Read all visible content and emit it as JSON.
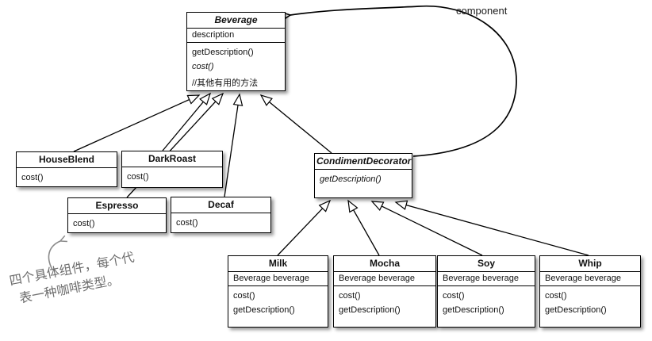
{
  "classes": {
    "beverage": {
      "name": "Beverage",
      "attr": "description",
      "m1": "getDescription()",
      "m2": "cost()",
      "m3": "//其他有用的方法"
    },
    "houseblend": {
      "name": "HouseBlend",
      "m1": "cost()"
    },
    "darkroast": {
      "name": "DarkRoast",
      "m1": "cost()"
    },
    "espresso": {
      "name": "Espresso",
      "m1": "cost()"
    },
    "decaf": {
      "name": "Decaf",
      "m1": "cost()"
    },
    "condimentdecorator": {
      "name": "CondimentDecorator",
      "m1": "getDescription()"
    },
    "milk": {
      "name": "Milk",
      "attr": "Beverage beverage",
      "m1": "cost()",
      "m2": "getDescription()"
    },
    "mocha": {
      "name": "Mocha",
      "attr": "Beverage beverage",
      "m1": "cost()",
      "m2": "getDescription()"
    },
    "soy": {
      "name": "Soy",
      "attr": "Beverage beverage",
      "m1": "cost()",
      "m2": "getDescription()"
    },
    "whip": {
      "name": "Whip",
      "attr": "Beverage beverage",
      "m1": "cost()",
      "m2": "getDescription()"
    }
  },
  "labels": {
    "component": "component"
  },
  "note": {
    "line1": "四个具体组件，每个代",
    "line2": "表一种咖啡类型。"
  },
  "colors": {
    "line": "#000000",
    "box_border": "#000000",
    "box_bg": "#ffffff",
    "note_text": "#6e6e6e"
  }
}
